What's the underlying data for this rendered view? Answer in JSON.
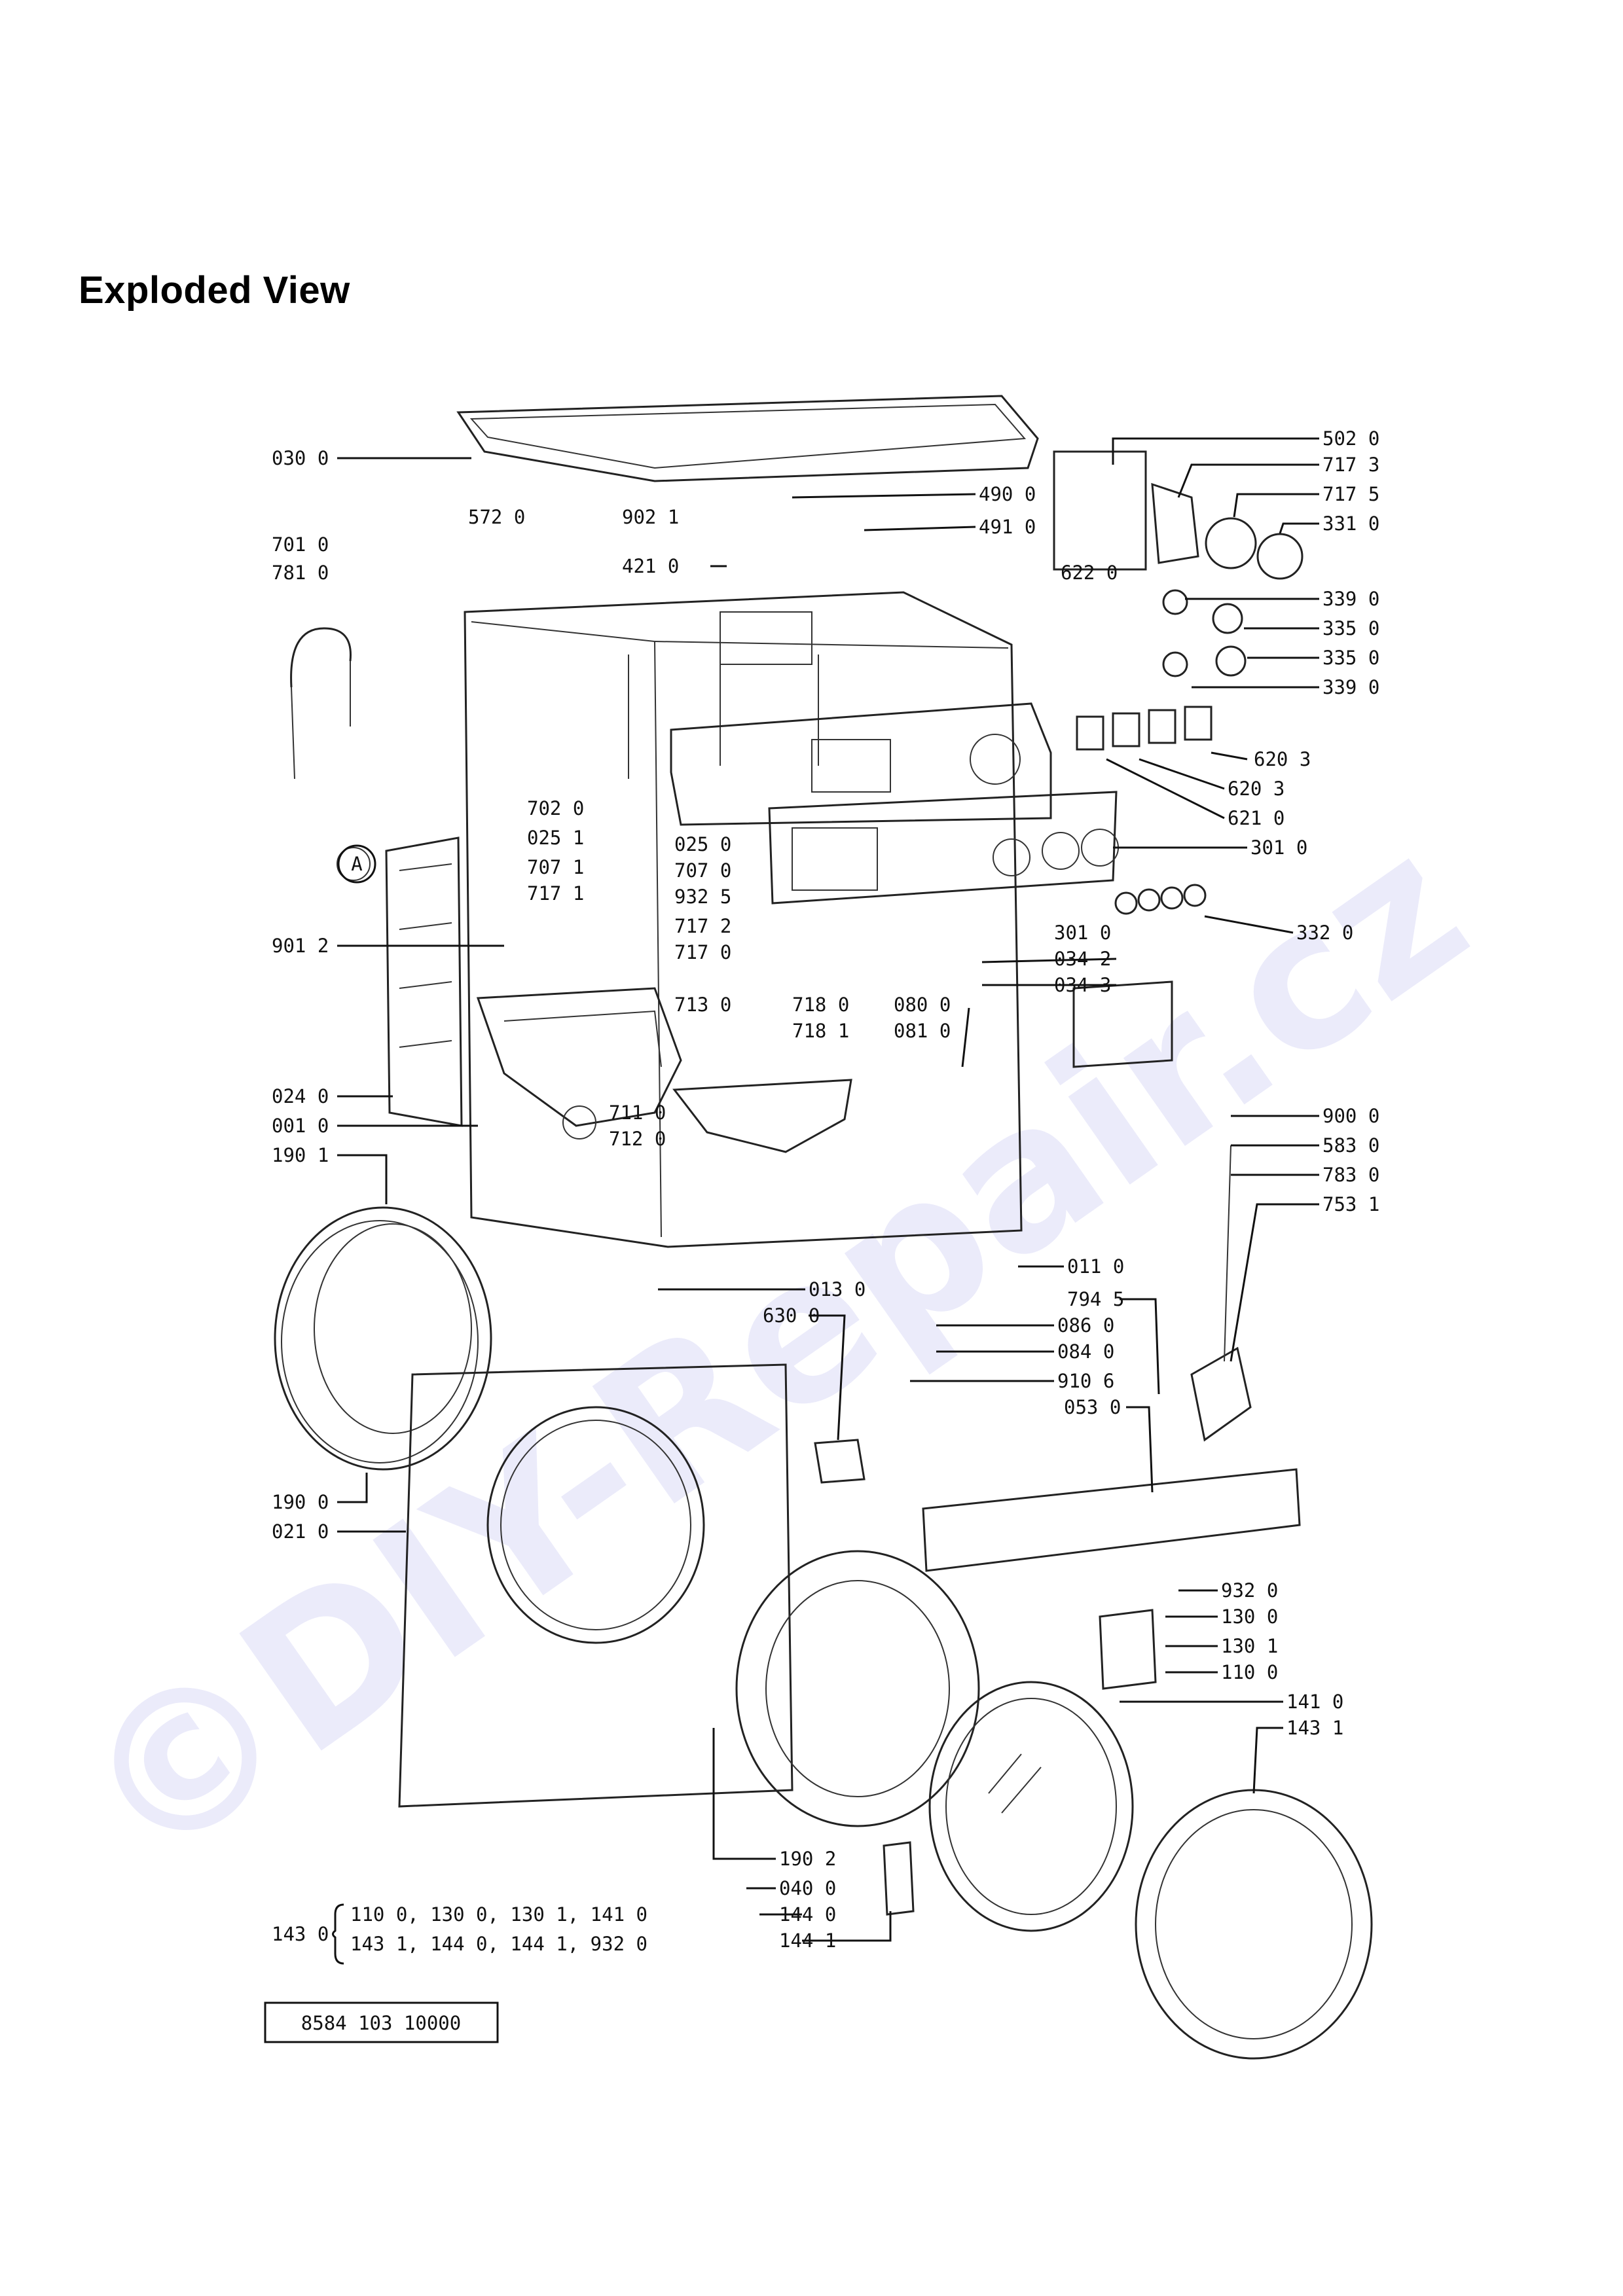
{
  "page": {
    "title": "Exploded View",
    "part_number": "8584 103 10000",
    "watermark": "©DIY-Repair.cz"
  },
  "callouts": [
    {
      "id": "030-0",
      "text": "030 0"
    },
    {
      "id": "701-0",
      "text": "701 0"
    },
    {
      "id": "781-0",
      "text": "781 0"
    },
    {
      "id": "572-0",
      "text": "572 0"
    },
    {
      "id": "902-1",
      "text": "902 1"
    },
    {
      "id": "421-0",
      "text": "421 0"
    },
    {
      "id": "490-0",
      "text": "490 0"
    },
    {
      "id": "491-0",
      "text": "491 0"
    },
    {
      "id": "502-0",
      "text": "502 0"
    },
    {
      "id": "717-3",
      "text": "717 3"
    },
    {
      "id": "717-5",
      "text": "717 5"
    },
    {
      "id": "331-0",
      "text": "331 0"
    },
    {
      "id": "622-0",
      "text": "622 0"
    },
    {
      "id": "339-0a",
      "text": "339 0"
    },
    {
      "id": "335-0a",
      "text": "335 0"
    },
    {
      "id": "335-0b",
      "text": "335 0"
    },
    {
      "id": "339-0b",
      "text": "339 0"
    },
    {
      "id": "620-3a",
      "text": "620 3"
    },
    {
      "id": "620-3b",
      "text": "620 3"
    },
    {
      "id": "621-0",
      "text": "621 0"
    },
    {
      "id": "301-0a",
      "text": "301 0"
    },
    {
      "id": "702-0",
      "text": "702 0"
    },
    {
      "id": "025-1",
      "text": "025 1"
    },
    {
      "id": "025-0",
      "text": "025 0"
    },
    {
      "id": "707-1",
      "text": "707 1"
    },
    {
      "id": "707-0",
      "text": "707 0"
    },
    {
      "id": "717-1",
      "text": "717 1"
    },
    {
      "id": "932-5",
      "text": "932 5"
    },
    {
      "id": "901-2",
      "text": "901 2"
    },
    {
      "id": "717-2",
      "text": "717 2"
    },
    {
      "id": "717-0",
      "text": "717 0"
    },
    {
      "id": "301-0b",
      "text": "301 0"
    },
    {
      "id": "332-0",
      "text": "332 0"
    },
    {
      "id": "034-2",
      "text": "034 2"
    },
    {
      "id": "034-3",
      "text": "034 3"
    },
    {
      "id": "713-0",
      "text": "713 0"
    },
    {
      "id": "718-0",
      "text": "718 0"
    },
    {
      "id": "718-1",
      "text": "718 1"
    },
    {
      "id": "080-0",
      "text": "080 0"
    },
    {
      "id": "081-0",
      "text": "081 0"
    },
    {
      "id": "024-0",
      "text": "024 0"
    },
    {
      "id": "001-0",
      "text": "001 0"
    },
    {
      "id": "711-0",
      "text": "711 0"
    },
    {
      "id": "712-0",
      "text": "712 0"
    },
    {
      "id": "900-0",
      "text": "900 0"
    },
    {
      "id": "583-0",
      "text": "583 0"
    },
    {
      "id": "783-0",
      "text": "783 0"
    },
    {
      "id": "753-1",
      "text": "753 1"
    },
    {
      "id": "190-1",
      "text": "190 1"
    },
    {
      "id": "011-0",
      "text": "011 0"
    },
    {
      "id": "013-0",
      "text": "013 0"
    },
    {
      "id": "630-0",
      "text": "630 0"
    },
    {
      "id": "794-5",
      "text": "794 5"
    },
    {
      "id": "086-0",
      "text": "086 0"
    },
    {
      "id": "084-0",
      "text": "084 0"
    },
    {
      "id": "910-6",
      "text": "910 6"
    },
    {
      "id": "053-0",
      "text": "053 0"
    },
    {
      "id": "190-0",
      "text": "190 0"
    },
    {
      "id": "021-0",
      "text": "021 0"
    },
    {
      "id": "932-0",
      "text": "932 0"
    },
    {
      "id": "130-0",
      "text": "130 0"
    },
    {
      "id": "130-1",
      "text": "130 1"
    },
    {
      "id": "110-0",
      "text": "110 0"
    },
    {
      "id": "141-0",
      "text": "141 0"
    },
    {
      "id": "143-1",
      "text": "143 1"
    },
    {
      "id": "190-2",
      "text": "190 2"
    },
    {
      "id": "040-0",
      "text": "040 0"
    },
    {
      "id": "144-0",
      "text": "144 0"
    },
    {
      "id": "144-1",
      "text": "144 1"
    },
    {
      "id": "143-0",
      "text": "143 0"
    }
  ],
  "kit_143_0": {
    "line1": "110 0,  130 0,  130 1,  141 0",
    "line2": "143 1,  144 0,  144 1,  932 0"
  },
  "marker_A": "A"
}
